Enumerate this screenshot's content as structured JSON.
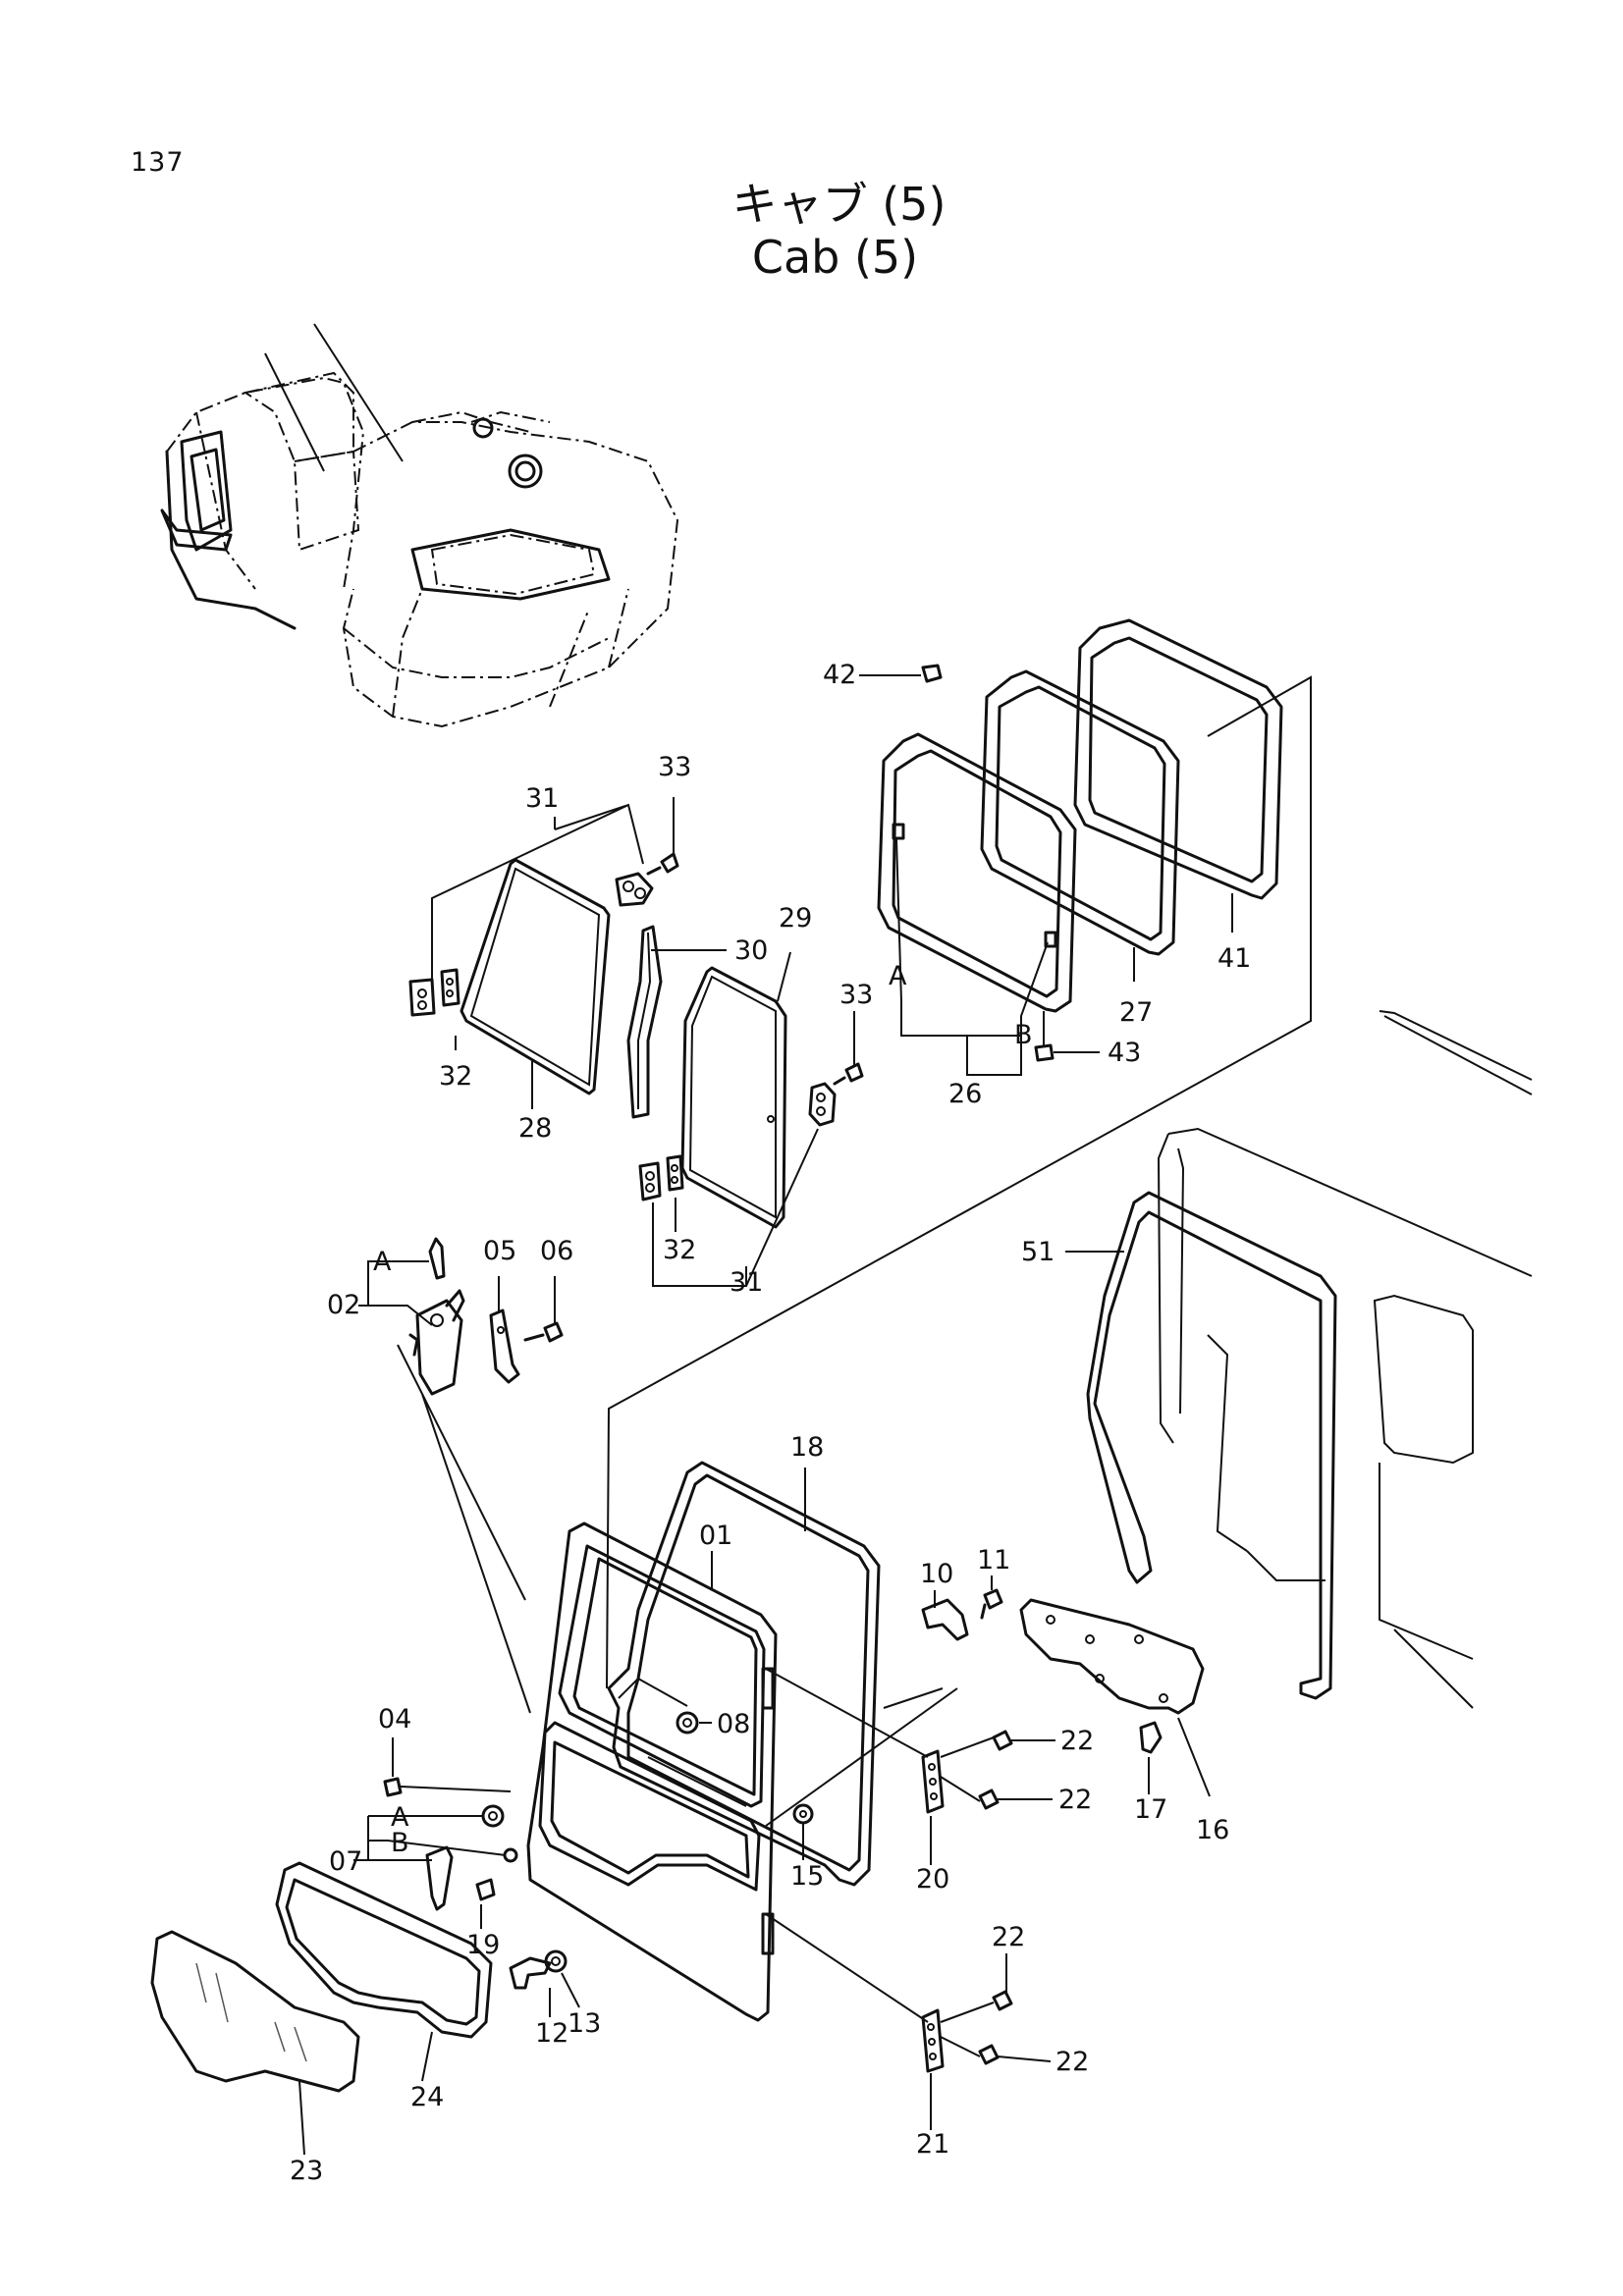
{
  "page_number": "137",
  "title_jp": "キャブ (5)",
  "title_en": "Cab (5)",
  "callouts": [
    {
      "id": "42",
      "text": "42"
    },
    {
      "id": "33a",
      "text": "33"
    },
    {
      "id": "31a",
      "text": "31"
    },
    {
      "id": "30",
      "text": "30"
    },
    {
      "id": "29",
      "text": "29"
    },
    {
      "id": "32a",
      "text": "32"
    },
    {
      "id": "28",
      "text": "28"
    },
    {
      "id": "33b",
      "text": "33"
    },
    {
      "id": "32b",
      "text": "32"
    },
    {
      "id": "31b",
      "text": "31"
    },
    {
      "id": "A1",
      "text": "A"
    },
    {
      "id": "B1",
      "text": "B"
    },
    {
      "id": "26",
      "text": "26"
    },
    {
      "id": "27",
      "text": "27"
    },
    {
      "id": "41",
      "text": "41"
    },
    {
      "id": "43",
      "text": "43"
    },
    {
      "id": "A2",
      "text": "A"
    },
    {
      "id": "02",
      "text": "02"
    },
    {
      "id": "05",
      "text": "05"
    },
    {
      "id": "06",
      "text": "06"
    },
    {
      "id": "51",
      "text": "51"
    },
    {
      "id": "18",
      "text": "18"
    },
    {
      "id": "01",
      "text": "01"
    },
    {
      "id": "10",
      "text": "10"
    },
    {
      "id": "11",
      "text": "11"
    },
    {
      "id": "04",
      "text": "04"
    },
    {
      "id": "08",
      "text": "08"
    },
    {
      "id": "A3",
      "text": "A"
    },
    {
      "id": "B3",
      "text": "B"
    },
    {
      "id": "07",
      "text": "07"
    },
    {
      "id": "19",
      "text": "19"
    },
    {
      "id": "15",
      "text": "15"
    },
    {
      "id": "22a",
      "text": "22"
    },
    {
      "id": "22b",
      "text": "22"
    },
    {
      "id": "20",
      "text": "20"
    },
    {
      "id": "17",
      "text": "17"
    },
    {
      "id": "16",
      "text": "16"
    },
    {
      "id": "12",
      "text": "12"
    },
    {
      "id": "13",
      "text": "13"
    },
    {
      "id": "24",
      "text": "24"
    },
    {
      "id": "23",
      "text": "23"
    },
    {
      "id": "22c",
      "text": "22"
    },
    {
      "id": "22d",
      "text": "22"
    },
    {
      "id": "21",
      "text": "21"
    }
  ]
}
